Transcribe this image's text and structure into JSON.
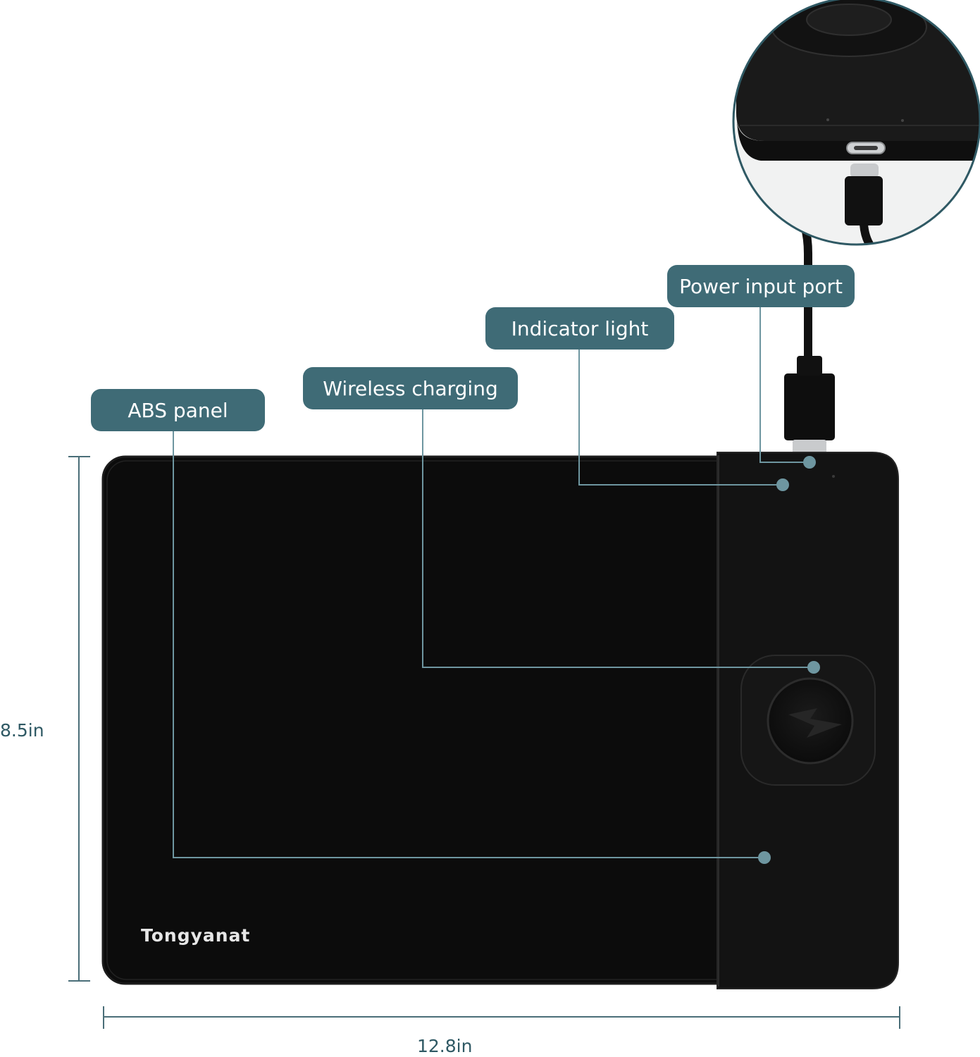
{
  "colors": {
    "accent": "#3f6b76",
    "mat": "#0c0c0c",
    "panel": "#121212",
    "leader": "#6e96a0",
    "dimension": "#4a6e78"
  },
  "callouts": {
    "power_input_port": "Power input port",
    "indicator_light": "Indicator light",
    "wireless_charging": "Wireless charging",
    "abs_panel": "ABS panel"
  },
  "dimensions": {
    "height": "8.5in",
    "width": "12.8in"
  },
  "product": {
    "brand": "Tongyanat",
    "charging_icon": "lightning-bolt-icon"
  }
}
